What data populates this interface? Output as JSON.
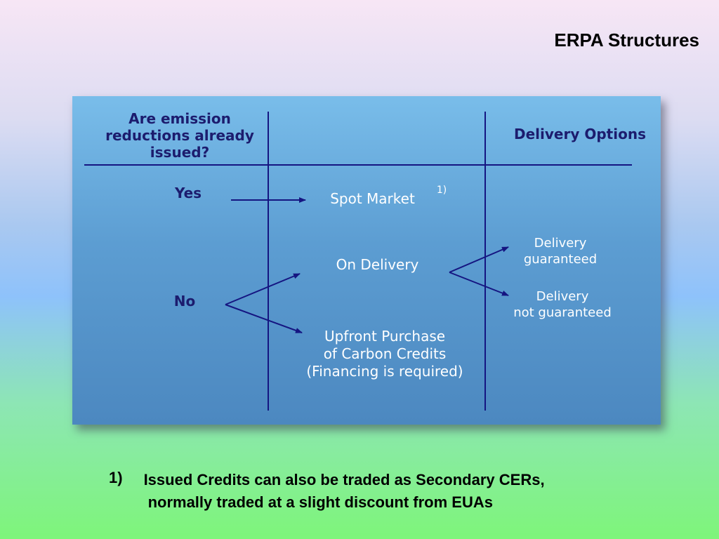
{
  "slide": {
    "title": "ERPA Structures"
  },
  "diagram": {
    "header_left": "Are emission reductions already issued?",
    "header_right": "Delivery Options",
    "yes_label": "Yes",
    "no_label": "No",
    "spot_market": "Spot Market",
    "spot_marker": "1)",
    "on_delivery": "On Delivery",
    "upfront_line1": "Upfront Purchase",
    "upfront_line2": "of Carbon Credits",
    "upfront_line3": "(Financing is required)",
    "guaranteed_line1": "Delivery",
    "guaranteed_line2": "guaranteed",
    "not_guaranteed_line1": "Delivery",
    "not_guaranteed_line2": "not guaranteed",
    "line_color": "#151581",
    "panel_color": "#5c9dd2"
  },
  "footnote": {
    "marker": "1)",
    "line1": "Issued Credits can also be traded as Secondary CERs,",
    "line2": "normally traded at a slight discount from EUAs"
  }
}
